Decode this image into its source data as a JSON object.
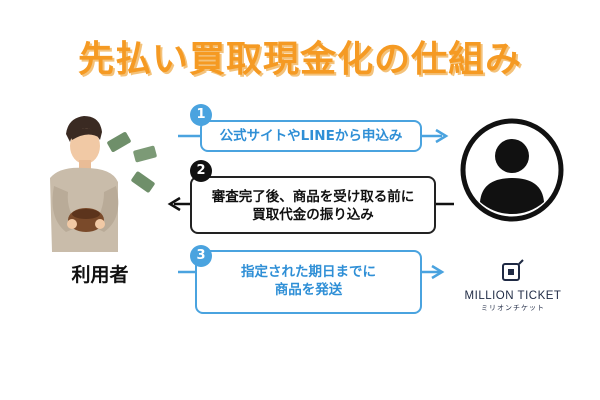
{
  "title": "先払い買取現金化の仕組み",
  "user": {
    "label": "利用者"
  },
  "steps": [
    {
      "number": "1",
      "lines": [
        "公式サイトやLINEから申込み"
      ]
    },
    {
      "number": "2",
      "lines": [
        "審査完了後、商品を受け取る前に",
        "買取代金の振り込み"
      ]
    },
    {
      "number": "3",
      "lines": [
        "指定された期日までに",
        "商品を発送"
      ]
    }
  ],
  "brand": {
    "name": "MILLION TICKET",
    "subtitle": "ミリオンチケット"
  },
  "colors": {
    "title": "#f59a23",
    "accent_blue": "#4aa3df",
    "dark": "#111111"
  }
}
